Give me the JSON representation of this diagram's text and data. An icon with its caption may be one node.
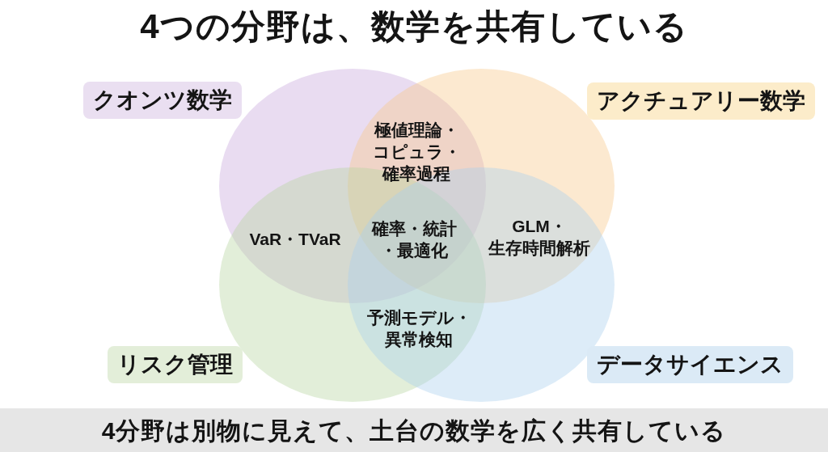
{
  "diagram": {
    "title": "4つの分野は、数学を共有している",
    "caption": "4分野は別物に見えて、土台の数学を広く共有している",
    "nodes": [
      {
        "text": [
          "クオンツ数学"
        ]
      },
      {
        "text": [
          "アクチュアリー数学"
        ]
      },
      {
        "text": [
          "リスク管理"
        ]
      },
      {
        "text": [
          "データサイエンス"
        ]
      }
    ],
    "labels": [
      "極値理論・コピュラ・確率過程",
      "VaR・TVaR",
      "確率・統計・最適化",
      "GLM・生存時間解析",
      "予測モデル・異常検知"
    ]
  }
}
